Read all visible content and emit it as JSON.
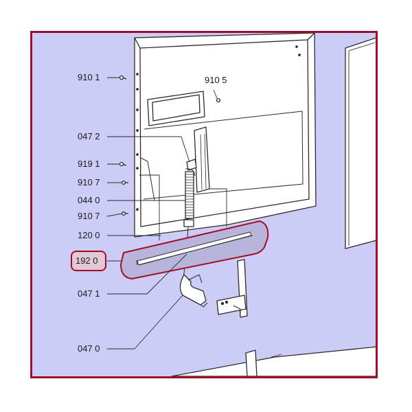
{
  "colors": {
    "frame": "#a00f27",
    "background": "#ccccf7",
    "highlight": "#a00f27"
  },
  "callouts": [
    {
      "id": "910-1",
      "label": "910 1"
    },
    {
      "id": "910-5",
      "label": "910 5"
    },
    {
      "id": "047-2",
      "label": "047 2"
    },
    {
      "id": "919-1",
      "label": "919 1"
    },
    {
      "id": "910-7a",
      "label": "910 7"
    },
    {
      "id": "044-0",
      "label": "044 0"
    },
    {
      "id": "910-7b",
      "label": "910 7"
    },
    {
      "id": "120-0",
      "label": "120 0"
    },
    {
      "id": "192-0",
      "label": "192 0",
      "highlighted": true
    },
    {
      "id": "047-1",
      "label": "047 1"
    },
    {
      "id": "047-0",
      "label": "047 0"
    }
  ]
}
